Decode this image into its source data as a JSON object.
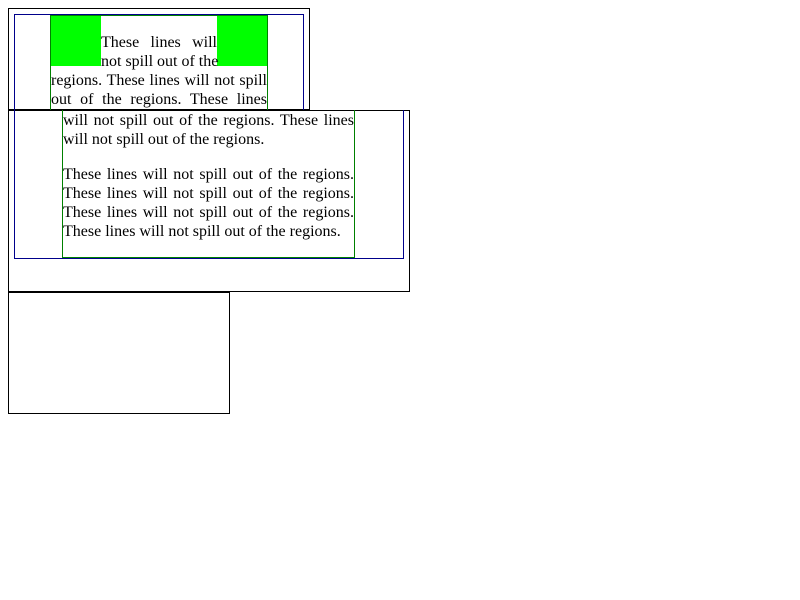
{
  "colors": {
    "region_border": "#000000",
    "blue_border": "#00008b",
    "green_border": "#008000",
    "float_fill": "#00ff00"
  },
  "region1": {
    "lines_top": [
      "These lines will",
      "not spill out of the"
    ],
    "lines_full": [
      "regions. These lines will not spill",
      "out of the regions. These lines"
    ]
  },
  "region2": {
    "para1_lines": [
      "will not spill out of the regions. These lines",
      "will not spill out of the regions."
    ],
    "para2_lines": [
      "These lines will not spill out of the regions.",
      "These lines will not spill out of the regions.",
      "These lines will not spill out of the regions.",
      "These lines will not spill out of the regions."
    ]
  }
}
